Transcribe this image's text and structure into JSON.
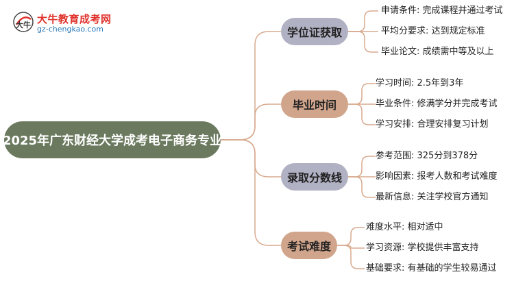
{
  "logo": {
    "name": "大牛教育成考网",
    "url": "gz-chengkao.com",
    "mark_text": "大牛"
  },
  "colors": {
    "root_fill": "#6b7a5f",
    "branch_1_fill": "#b1b1c4",
    "branch_2_fill": "#d1a58c",
    "branch_3_fill": "#b1b1c4",
    "branch_4_fill": "#d1a58c",
    "connector_line": "#d8aa8e",
    "brand_red": "#e0322c",
    "brand_blue": "#2a7ab8"
  },
  "mindmap": {
    "root": "2025年广东财经大学成考电子商务专业",
    "branches": [
      {
        "label": "学位证获取",
        "items": [
          "申请条件: 完成课程并通过考试",
          "平均分要求: 达到规定标准",
          "毕业论文: 成绩需中等及以上"
        ]
      },
      {
        "label": "毕业时间",
        "items": [
          "学习时间: 2.5年到3年",
          "毕业条件: 修满学分并完成考试",
          "学习安排: 合理安排复习计划"
        ]
      },
      {
        "label": "录取分数线",
        "items": [
          "参考范围: 325分到378分",
          "影响因素: 报考人数和考试难度",
          "最新信息: 关注学校官方通知"
        ]
      },
      {
        "label": "考试难度",
        "items": [
          "难度水平: 相对适中",
          "学习资源: 学校提供丰富支持",
          "基础要求: 有基础的学生较易通过"
        ]
      }
    ]
  }
}
